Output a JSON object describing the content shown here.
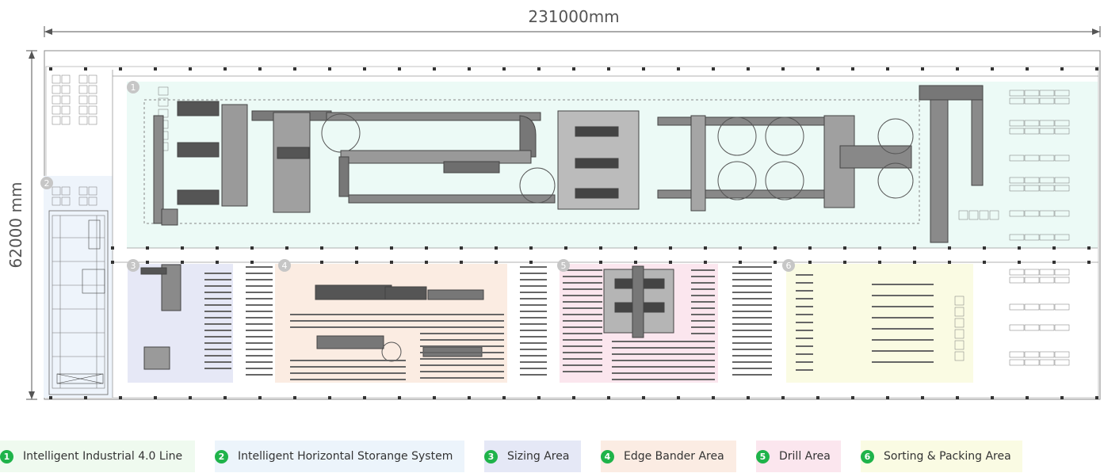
{
  "dimensions": {
    "width_label": "231000mm",
    "height_label": "62000 mm"
  },
  "colors": {
    "zone1": "#ecfaf6",
    "zone2": "#eef4fb",
    "zone3": "#e6e8f6",
    "zone4": "#fbece2",
    "zone5": "#fbe6ee",
    "zone6": "#fafbe3",
    "badge_gray": "#c6c6c6",
    "legend_green": "#1fb34a"
  },
  "zones": [
    {
      "number": "1"
    },
    {
      "number": "2"
    },
    {
      "number": "3"
    },
    {
      "number": "4"
    },
    {
      "number": "5"
    },
    {
      "number": "6"
    }
  ],
  "legend": [
    {
      "number": "1",
      "label": "Intelligent Industrial 4.0 Line",
      "color": "#effaef"
    },
    {
      "number": "2",
      "label": "Intelligent Horizontal Storange System",
      "color": "#ecf4fb"
    },
    {
      "number": "3",
      "label": "Sizing Area",
      "color": "#e5e8f6"
    },
    {
      "number": "4",
      "label": "Edge Bander Area",
      "color": "#fbece3"
    },
    {
      "number": "5",
      "label": "Drill Area",
      "color": "#fbe6ee"
    },
    {
      "number": "6",
      "label": "Sorting & Packing Area",
      "color": "#fafbe3"
    }
  ]
}
